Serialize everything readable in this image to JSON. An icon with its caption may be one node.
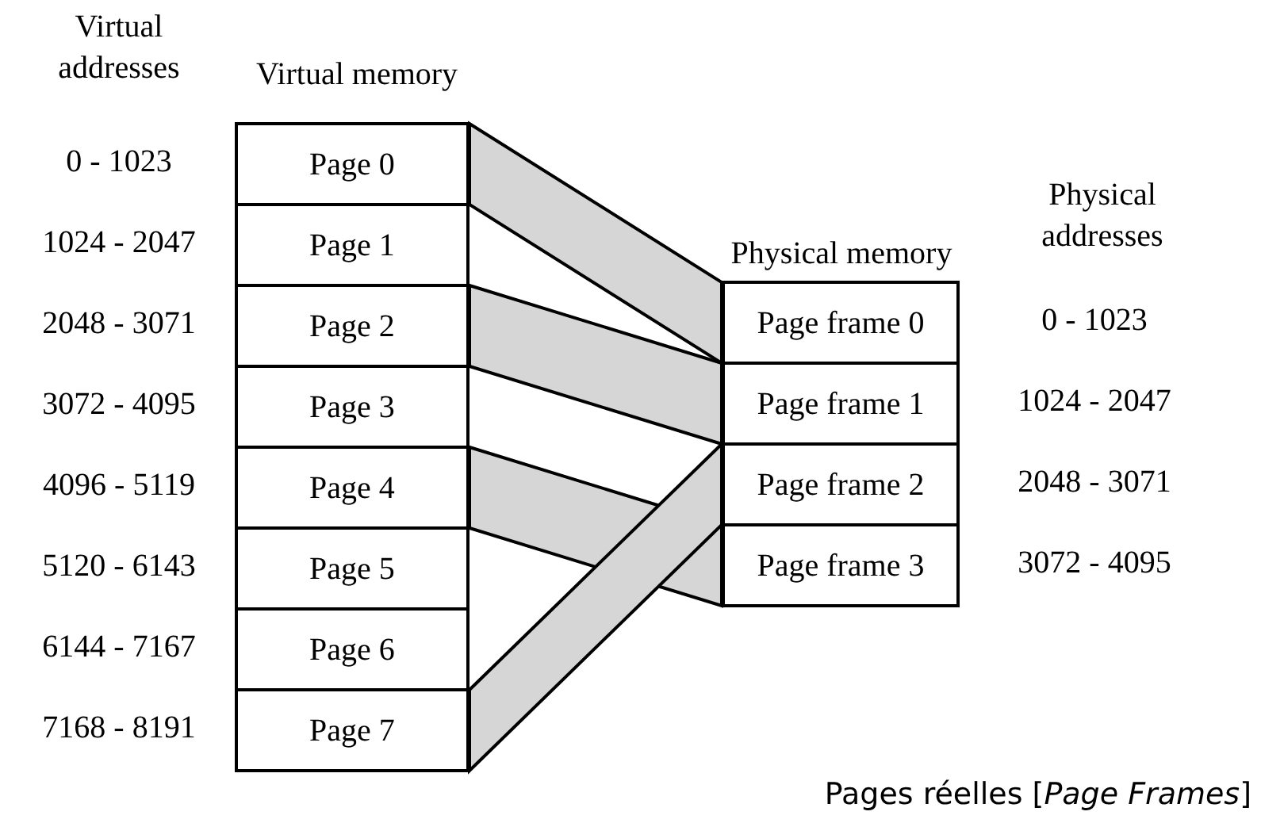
{
  "diagram": {
    "caption": "Pages réelles [*Page Frames*]",
    "nodes": [
      {
        "text": [
          "Page 0"
        ]
      },
      {
        "text": [
          "Page 1"
        ]
      },
      {
        "text": [
          "Page 2"
        ]
      },
      {
        "text": [
          "Page 3"
        ]
      },
      {
        "text": [
          "Page 4"
        ]
      },
      {
        "text": [
          "Page 5"
        ]
      },
      {
        "text": [
          "Page 6"
        ]
      },
      {
        "text": [
          "Page 7"
        ]
      },
      {
        "text": [
          "Page frame 0"
        ]
      },
      {
        "text": [
          "Page frame 1"
        ]
      },
      {
        "text": [
          "Page frame 2"
        ]
      },
      {
        "text": [
          "Page frame 3"
        ]
      }
    ],
    "edges": [
      {
        "from": 0,
        "to": 8,
        "arrow": "none"
      },
      {
        "from": 2,
        "to": 9,
        "arrow": "none"
      },
      {
        "from": 4,
        "to": 11,
        "arrow": "none"
      },
      {
        "from": 7,
        "to": 10,
        "arrow": "none"
      }
    ],
    "labels": [
      "Virtual addresses",
      "Virtual memory",
      "Physical memory",
      "Physical addresses",
      "0 - 1023",
      "1024 - 2047",
      "2048 - 3071",
      "3072 - 4095",
      "4096 - 5119",
      "5120 - 6143",
      "6144 - 7167",
      "7168 - 8191",
      "0 - 1023",
      "1024 - 2047",
      "2048 - 3071",
      "3072 - 4095"
    ]
  }
}
